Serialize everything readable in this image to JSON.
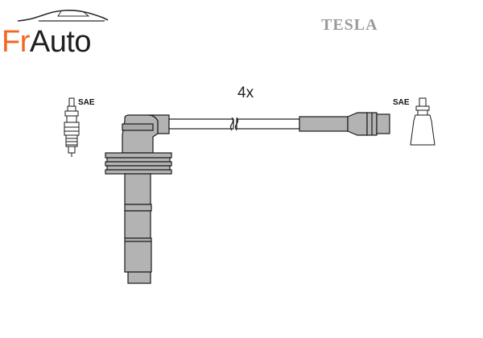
{
  "logo": {
    "part1": "Fr",
    "part2": "Auto",
    "accent_color": "#f26522",
    "text_color": "#1f1f1f",
    "icon": "car-silhouette-icon"
  },
  "brand": {
    "name": "TESLA",
    "color": "#9a9a9a"
  },
  "product": {
    "quantity_label": "4x",
    "terminal_left_label": "SAE",
    "terminal_right_label": "SAE"
  },
  "colors": {
    "part_fill": "#b3b3b3",
    "outline": "#1a1a1a"
  }
}
